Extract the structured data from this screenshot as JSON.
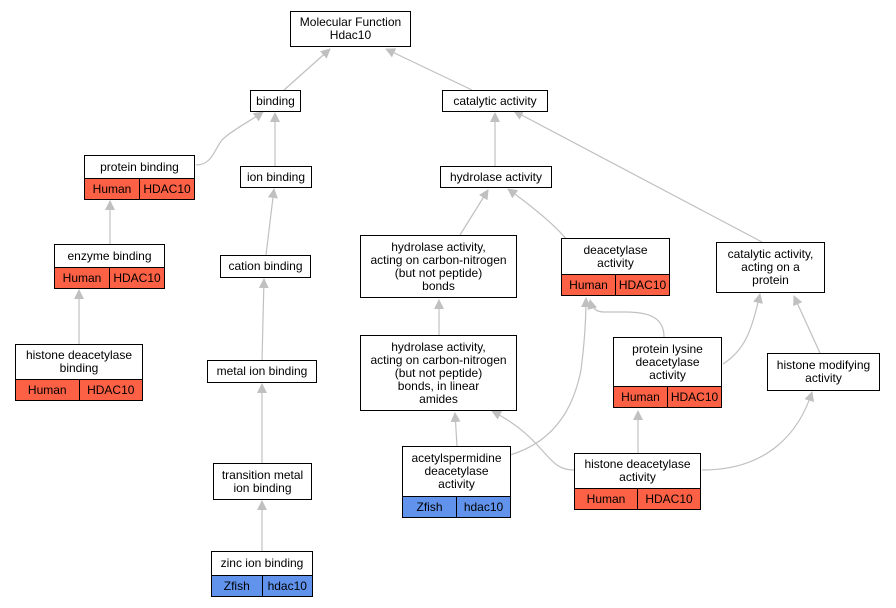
{
  "colors": {
    "human": "#fd6145",
    "zfish": "#6193ec",
    "edge": "#c0c0c0"
  },
  "nodes": {
    "root": {
      "label": "Molecular Function\nHdac10"
    },
    "binding": {
      "label": "binding"
    },
    "catalytic": {
      "label": "catalytic activity"
    },
    "protein_binding": {
      "label": "protein binding",
      "species": "Human",
      "gene": "HDAC10"
    },
    "ion_binding": {
      "label": "ion binding"
    },
    "hydrolase": {
      "label": "hydrolase activity"
    },
    "enzyme_binding": {
      "label": "enzyme binding",
      "species": "Human",
      "gene": "HDAC10"
    },
    "cation_binding": {
      "label": "cation binding"
    },
    "hydrolase_cn": {
      "label": "hydrolase activity,\nacting on carbon-nitrogen\n(but not peptide)\nbonds"
    },
    "deacetylase": {
      "label": "deacetylase\nactivity",
      "species": "Human",
      "gene": "HDAC10"
    },
    "catalytic_protein": {
      "label": "catalytic activity,\nacting on a\nprotein"
    },
    "hdac_binding": {
      "label": "histone deacetylase\nbinding",
      "species": "Human",
      "gene": "HDAC10"
    },
    "metal_ion": {
      "label": "metal ion binding"
    },
    "hydrolase_cn_linear": {
      "label": "hydrolase activity,\nacting on carbon-nitrogen\n(but not peptide)\nbonds, in linear\namides"
    },
    "protein_lysine": {
      "label": "protein lysine\ndeacetylase\nactivity",
      "species": "Human",
      "gene": "HDAC10"
    },
    "histone_modifying": {
      "label": "histone modifying\nactivity"
    },
    "acetylspermidine": {
      "label": "acetylspermidine\ndeacetylase\nactivity",
      "species": "Zfish",
      "gene": "hdac10"
    },
    "hdac_activity": {
      "label": "histone deacetylase\nactivity",
      "species": "Human",
      "gene": "HDAC10"
    },
    "transition_metal": {
      "label": "transition metal\nion binding"
    },
    "zinc_ion": {
      "label": "zinc ion binding",
      "species": "Zfish",
      "gene": "hdac10"
    }
  }
}
